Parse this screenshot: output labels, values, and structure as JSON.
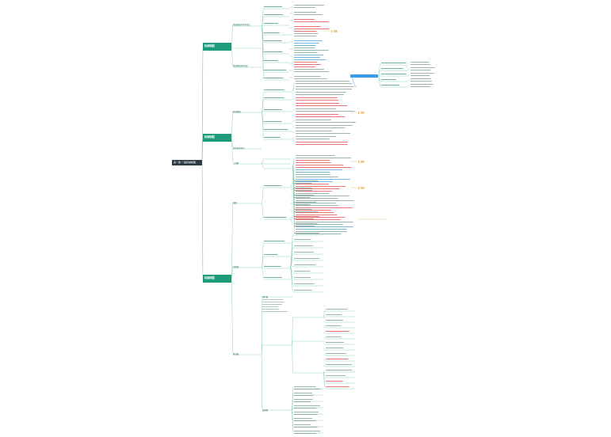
{
  "root": {
    "title": "第一章 一般机械制图"
  },
  "branches": [
    {
      "title": "机械制图",
      "subtitle": ""
    },
    {
      "title": "机械制图",
      "subtitle": ""
    },
    {
      "title": "机械制图",
      "subtitle": ""
    }
  ],
  "labels": [
    "机械制图的基本知识",
    "机械制图基本规定",
    "机械制图",
    "投影基本知识",
    "三视图",
    "视图",
    "剖视图",
    "断面图",
    "零件图",
    "装配图"
  ],
  "notes": [
    "注意",
    "注意",
    "注意",
    "注意"
  ],
  "highlight": {
    "label": ""
  },
  "colors": {
    "root": "#2d3b45",
    "branch": "#1f9b7b",
    "line": "#8fd0b8",
    "note": "#fdf3dd",
    "highlight": "#3d9be9",
    "red_text": "#d9362f",
    "blue_text": "#2f8fd9"
  }
}
